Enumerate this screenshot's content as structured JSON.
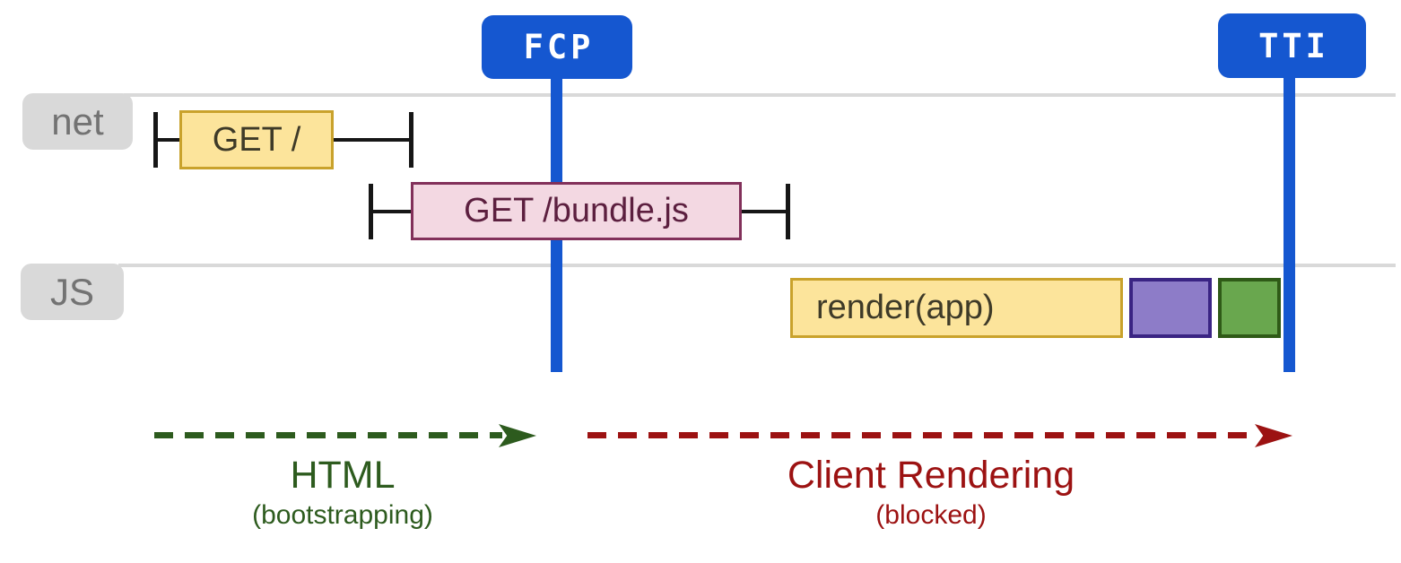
{
  "badges": {
    "fcp": "FCP",
    "tti": "TTI"
  },
  "lanes": {
    "net": "net",
    "js": "JS"
  },
  "bars": {
    "get_root": "GET /",
    "get_bundle": "GET /bundle.js",
    "render_app": "render(app)"
  },
  "long_tasks": {
    "purple": "purple-task",
    "green": "green-task"
  },
  "phases": {
    "html": {
      "title": "HTML",
      "subtitle": "(bootstrapping)"
    },
    "client_rendering": {
      "title": "Client Rendering",
      "subtitle": "(blocked)"
    }
  },
  "colors": {
    "marker_blue": "#1557D0",
    "lane_gray": "#D9D9D9",
    "lane_label_text": "#737373",
    "task_yellow_fill": "#FCE49B",
    "task_yellow_border": "#C9A22C",
    "request_pink_fill": "#F3D8E2",
    "request_pink_border": "#82305A",
    "long_task_purple_fill": "#8D7CC8",
    "long_task_purple_border": "#3A2483",
    "long_task_green_fill": "#69A74E",
    "long_task_green_border": "#2F5A17",
    "html_phase_green": "#2D5B1E",
    "client_phase_red": "#9C1212",
    "whisker_black": "#161616"
  }
}
